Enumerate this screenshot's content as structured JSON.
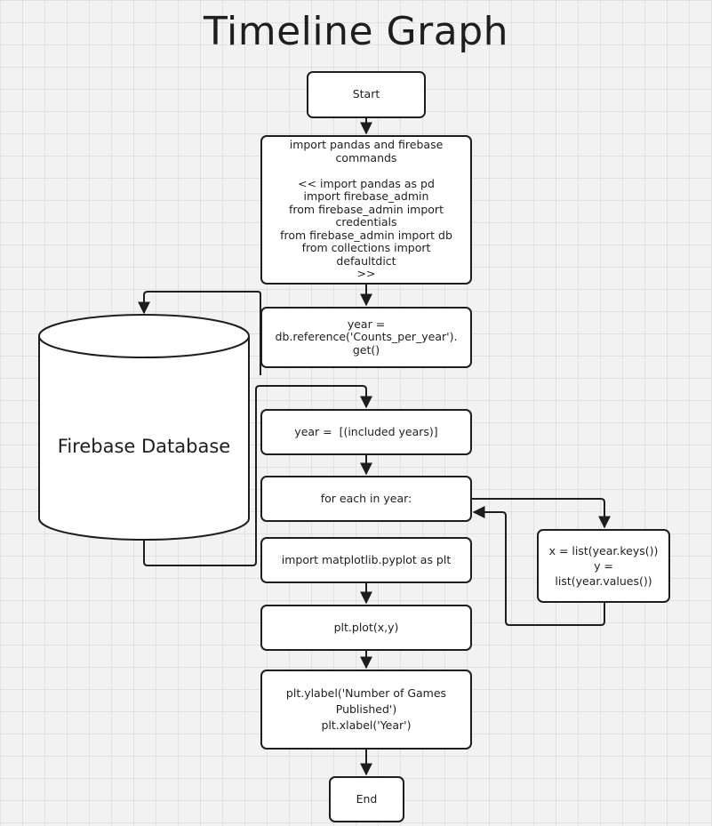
{
  "title": "Timeline Graph",
  "database": {
    "label": "Firebase Database"
  },
  "nodes": {
    "start": "Start",
    "imports": "import pandas and firebase commands\n\n<< import pandas as pd\nimport firebase_admin\nfrom firebase_admin import credentials\nfrom firebase_admin import db\nfrom collections import defaultdict\n>>",
    "year_ref": "year = db.reference('Counts_per_year').get()",
    "year_list": "year =  [(included years)]",
    "loop": "for each in year:",
    "xy": "x = list(year.keys())\ny = list(year.values())",
    "import_plt": "import matplotlib.pyplot as plt",
    "plot": "plt.plot(x,y)",
    "labels": "plt.ylabel('Number of Games Published')\nplt.xlabel('Year')",
    "end": "End"
  },
  "colors": {
    "background": "#f2f2f2",
    "grid": "#e1e1e1",
    "stroke": "#1e1e1e",
    "fill": "#ffffff"
  }
}
